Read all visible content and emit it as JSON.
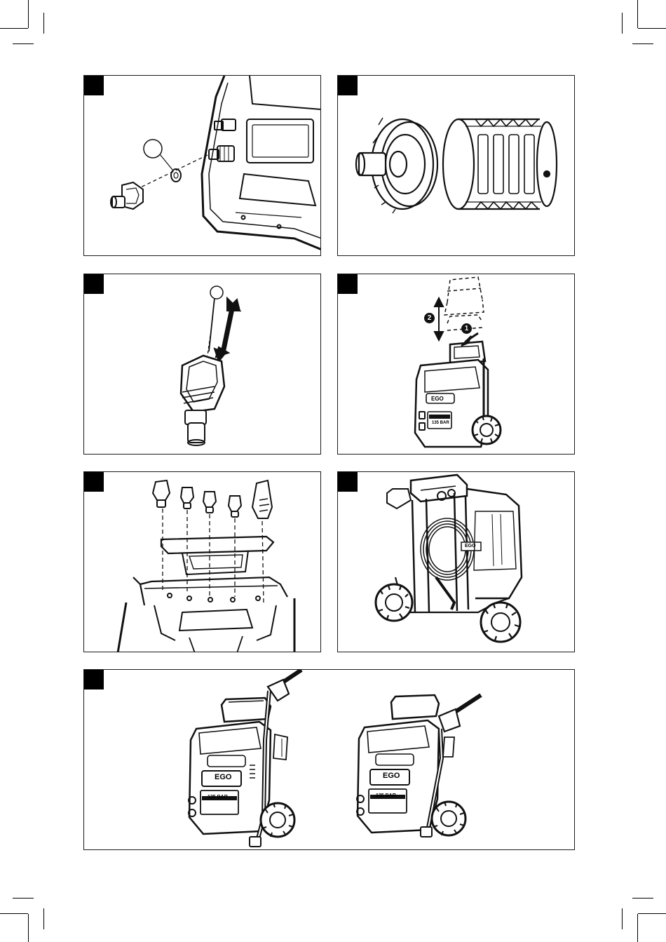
{
  "figures": [
    {
      "id": "fig-a",
      "callout": ""
    },
    {
      "id": "fig-b"
    },
    {
      "id": "fig-c",
      "callout": ""
    },
    {
      "id": "fig-d",
      "step_1": "1",
      "step_2": "2"
    },
    {
      "id": "fig-e"
    },
    {
      "id": "fig-f",
      "label": "EGO"
    },
    {
      "id": "fig-g",
      "brand": "EGO",
      "rating": "135 BAR"
    }
  ],
  "machine": {
    "brand": "EGO",
    "rating": "135 BAR"
  }
}
